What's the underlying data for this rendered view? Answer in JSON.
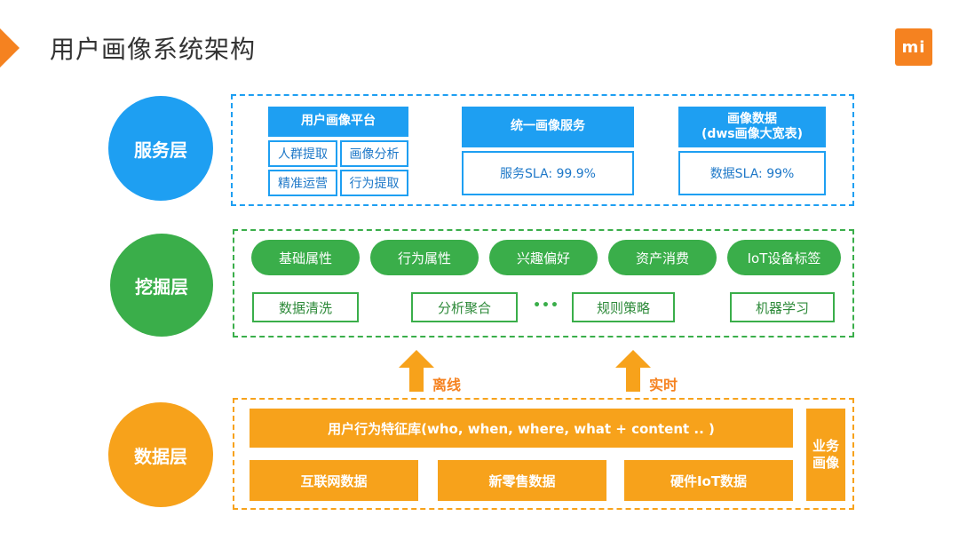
{
  "title": "用户画像系统架构",
  "logo_text": "mi",
  "colors": {
    "accent": "#f58220",
    "service": "#1e9ff2",
    "mining": "#3aae4a",
    "data": "#f7a21b"
  },
  "service_layer": {
    "label": "服务层",
    "platform": {
      "title": "用户画像平台",
      "items": [
        "人群提取",
        "画像分析",
        "精准运营",
        "行为提取"
      ]
    },
    "unified": {
      "title": "统一画像服务",
      "sla": "服务SLA: 99.9%"
    },
    "profile_data": {
      "title_line1": "画像数据",
      "title_line2": "(dws画像大宽表)",
      "sla": "数据SLA: 99%"
    }
  },
  "mining_layer": {
    "label": "挖掘层",
    "pills": [
      "基础属性",
      "行为属性",
      "兴趣偏好",
      "资产消费",
      "IoT设备标签"
    ],
    "boxes": [
      "数据清洗",
      "分析聚合",
      "规则策略",
      "机器学习"
    ],
    "ellipsis": "•••"
  },
  "arrows": {
    "offline": "离线",
    "realtime": "实时"
  },
  "data_layer": {
    "label": "数据层",
    "feature_store": "用户行为特征库(who, when, where, what + content .. )",
    "sources": [
      "互联网数据",
      "新零售数据",
      "硬件IoT数据"
    ],
    "business_line1": "业务",
    "business_line2": "画像"
  }
}
